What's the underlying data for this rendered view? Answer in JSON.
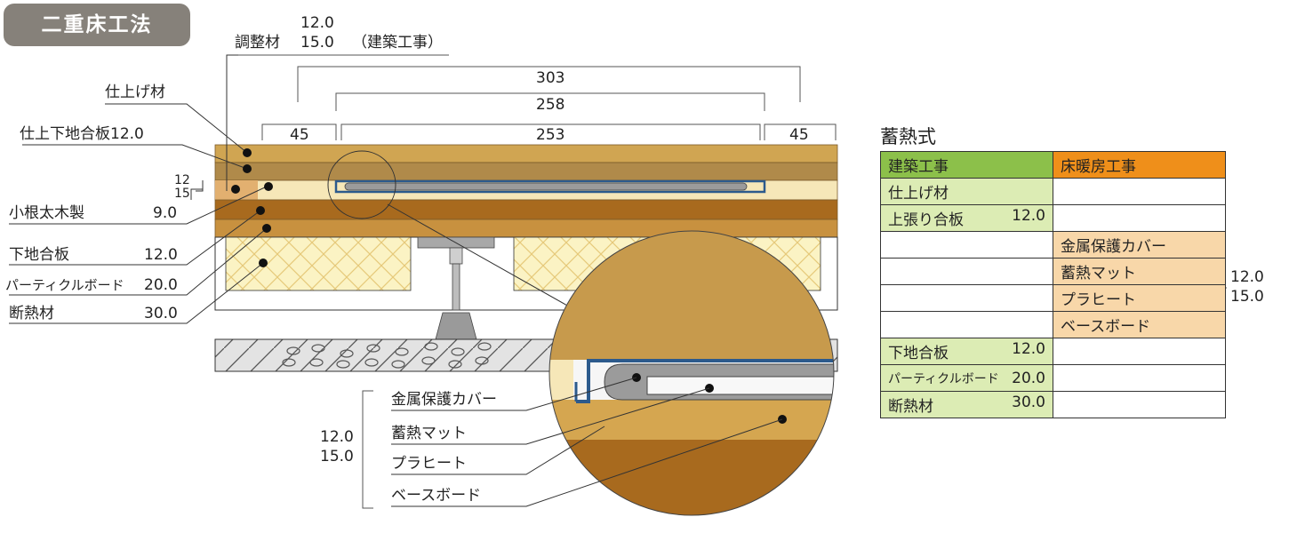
{
  "title": "二重床工法",
  "adjust": {
    "label": "調整材",
    "v1": "12.0",
    "v2": "15.0",
    "note": "（建築工事）"
  },
  "dims": {
    "d303": "303",
    "d258": "258",
    "d253": "253",
    "d45a": "45",
    "d45b": "45"
  },
  "thick": {
    "t12": "12",
    "t15": "15"
  },
  "left_labels": {
    "finish": "仕上げ材",
    "sub_ply": "仕上下地合板12.0",
    "joist": {
      "name": "小根太木製",
      "value": "9.0"
    },
    "base_ply": {
      "name": "下地合板",
      "value": "12.0"
    },
    "particle": {
      "name": "パーティクルボード",
      "value": "20.0"
    },
    "insul": {
      "name": "断熱材",
      "value": "30.0"
    }
  },
  "detail": {
    "thick1": "12.0",
    "thick2": "15.0",
    "labels": [
      "金属保護カバー",
      "蓄熱マット",
      "プラヒート",
      "ベースボード"
    ]
  },
  "panel": {
    "title": "蓄熱式",
    "headers": [
      "建築工事",
      "床暖房工事"
    ],
    "rows": [
      {
        "left": "仕上げ材",
        "left_val": "",
        "right": ""
      },
      {
        "left": "上張り合板",
        "left_val": "12.0",
        "right": ""
      },
      {
        "left": "",
        "left_val": "",
        "right": "金属保護カバー"
      },
      {
        "left": "",
        "left_val": "",
        "right": "蓄熱マット"
      },
      {
        "left": "",
        "left_val": "",
        "right": "プラヒート"
      },
      {
        "left": "",
        "left_val": "",
        "right": "ベースボード"
      },
      {
        "left": "下地合板",
        "left_val": "12.0",
        "right": ""
      },
      {
        "left": "パーティクルボード",
        "left_val": "20.0",
        "right": ""
      },
      {
        "left": "断熱材",
        "left_val": "30.0",
        "right": ""
      }
    ],
    "bracket_v1": "12.0",
    "bracket_v2": "15.0"
  },
  "colors": {
    "finish": "#d0a552",
    "plywood": "#b08a4a",
    "cream": "#f6e7b8",
    "joist": "#e2b070",
    "base": "#a86a1e",
    "particle": "#c8913f",
    "insul": "#fbf3c4",
    "cover": "#2c5a8c",
    "green_hdr": "#8cc04a",
    "orange_hdr": "#ef8f1a"
  }
}
